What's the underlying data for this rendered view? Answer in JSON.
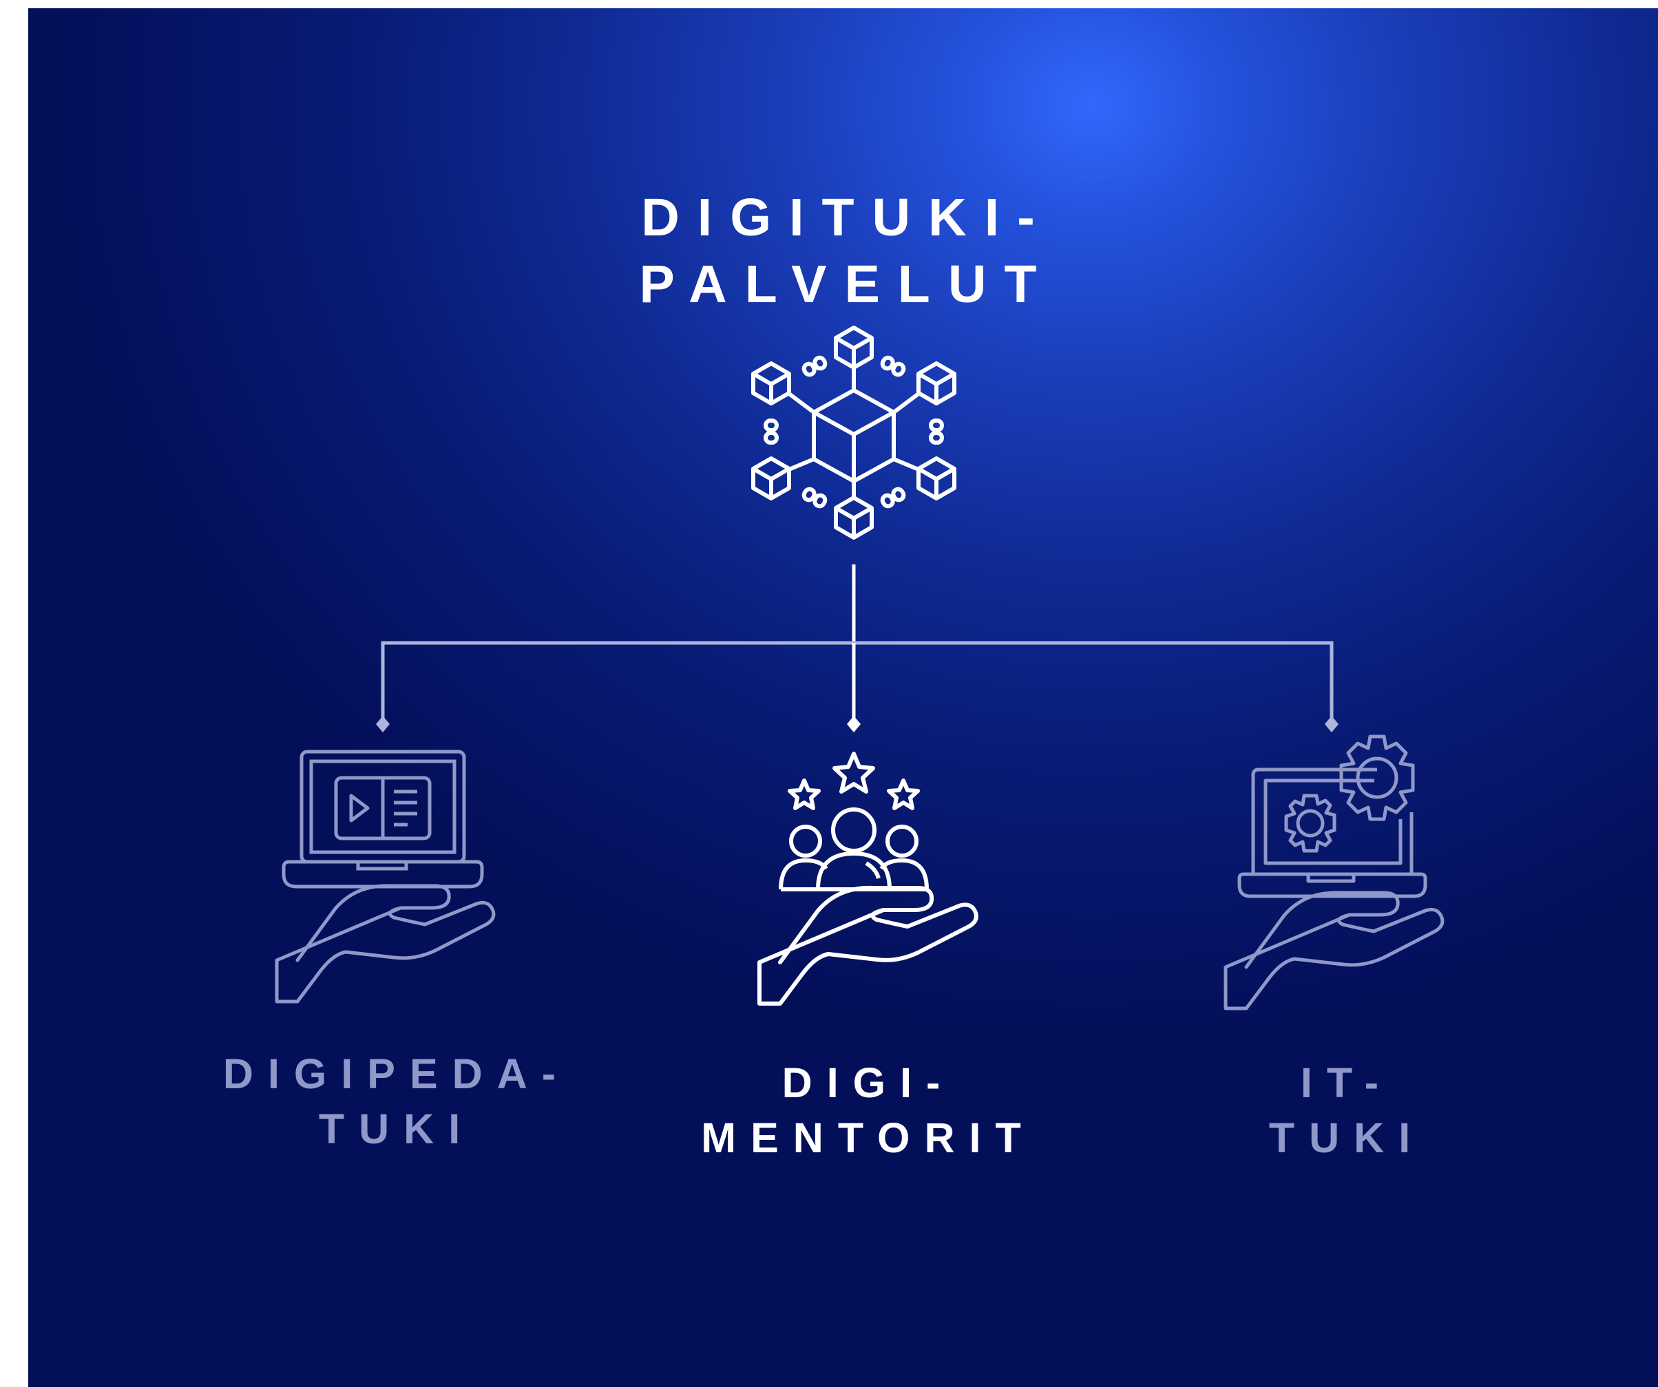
{
  "diagram": {
    "root": {
      "line1": "DIGITUKI-",
      "line2": "PALVELUT",
      "icon": "blockchain-network-icon"
    },
    "children": [
      {
        "line1": "DIGIPEDA-",
        "line2": "TUKI",
        "icon": "laptop-video-course-in-hand-icon",
        "emphasis": "muted"
      },
      {
        "line1": "DIGI-",
        "line2": "MENTORIT",
        "icon": "people-with-stars-in-hand-icon",
        "emphasis": "highlighted"
      },
      {
        "line1": "IT-",
        "line2": "TUKI",
        "icon": "laptop-gears-in-hand-icon",
        "emphasis": "muted"
      }
    ],
    "colors": {
      "background_light": "#3168fb",
      "background_dark": "#040f5a",
      "highlight": "#ffffff",
      "muted": "#8f98c8"
    }
  }
}
